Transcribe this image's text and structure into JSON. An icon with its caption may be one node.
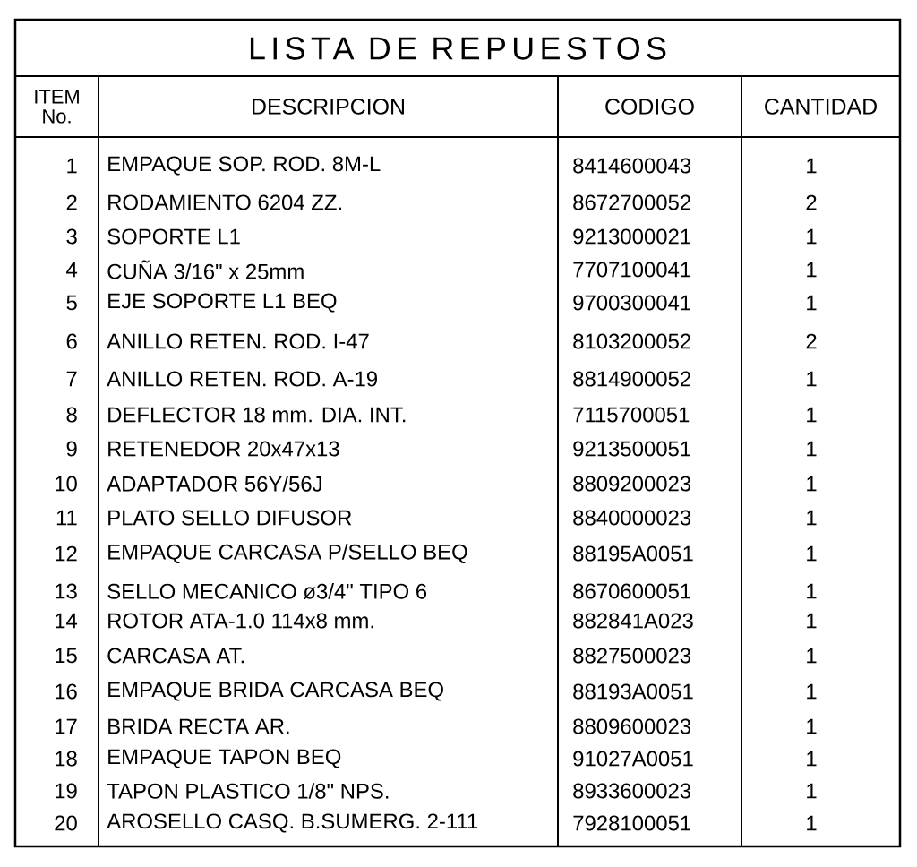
{
  "diagram": {
    "title": "LISTA DE REPUESTOS",
    "labels": [
      "ITEM No.",
      "DESCRIPCION",
      "CODIGO",
      "CANTIDAD",
      "1",
      "EMPAQUE SOP. ROD. 8M-L",
      "8414600043",
      "1",
      "2",
      "RODAMIENTO 6204 ZZ.",
      "8672700052",
      "2",
      "3",
      "SOPORTE L1",
      "9213000021",
      "1",
      "4",
      "CUÑA 3/16\" x 25mm",
      "7707100041",
      "1",
      "5",
      "EJE SOPORTE L1 BEQ",
      "9700300041",
      "1",
      "6",
      "ANILLO RETEN. ROD. I-47",
      "8103200052",
      "2",
      "7",
      "ANILLO RETEN. ROD. A-19",
      "8814900052",
      "1",
      "8",
      "DEFLECTOR 18 mm. DIA. INT.",
      "7115700051",
      "1",
      "9",
      "RETENEDOR 20x47x13",
      "9213500051",
      "1",
      "10",
      "ADAPTADOR 56Y/56J",
      "8809200023",
      "1",
      "11",
      "PLATO SELLO DIFUSOR",
      "8840000023",
      "1",
      "12",
      "EMPAQUE CARCASA P/SELLO BEQ",
      "88195A0051",
      "1",
      "13",
      "SELLO MECANICO ø3/4\" TIPO 6",
      "8670600051",
      "1",
      "14",
      "ROTOR ATA-1.0 114x8 mm.",
      "882841A023",
      "1",
      "15",
      "CARCASA AT.",
      "8827500023",
      "1",
      "16",
      "EMPAQUE BRIDA CARCASA BEQ",
      "88193A0051",
      "1",
      "17",
      "BRIDA RECTA AR.",
      "8809600023",
      "1",
      "18",
      "EMPAQUE TAPON BEQ",
      "91027A0051",
      "1",
      "19",
      "TAPON PLASTICO 1/8\" NPS.",
      "8933600023",
      "1",
      "20",
      "AROSELLO CASQ. B.SUMERG. 2-111",
      "7928100051",
      "1"
    ]
  }
}
